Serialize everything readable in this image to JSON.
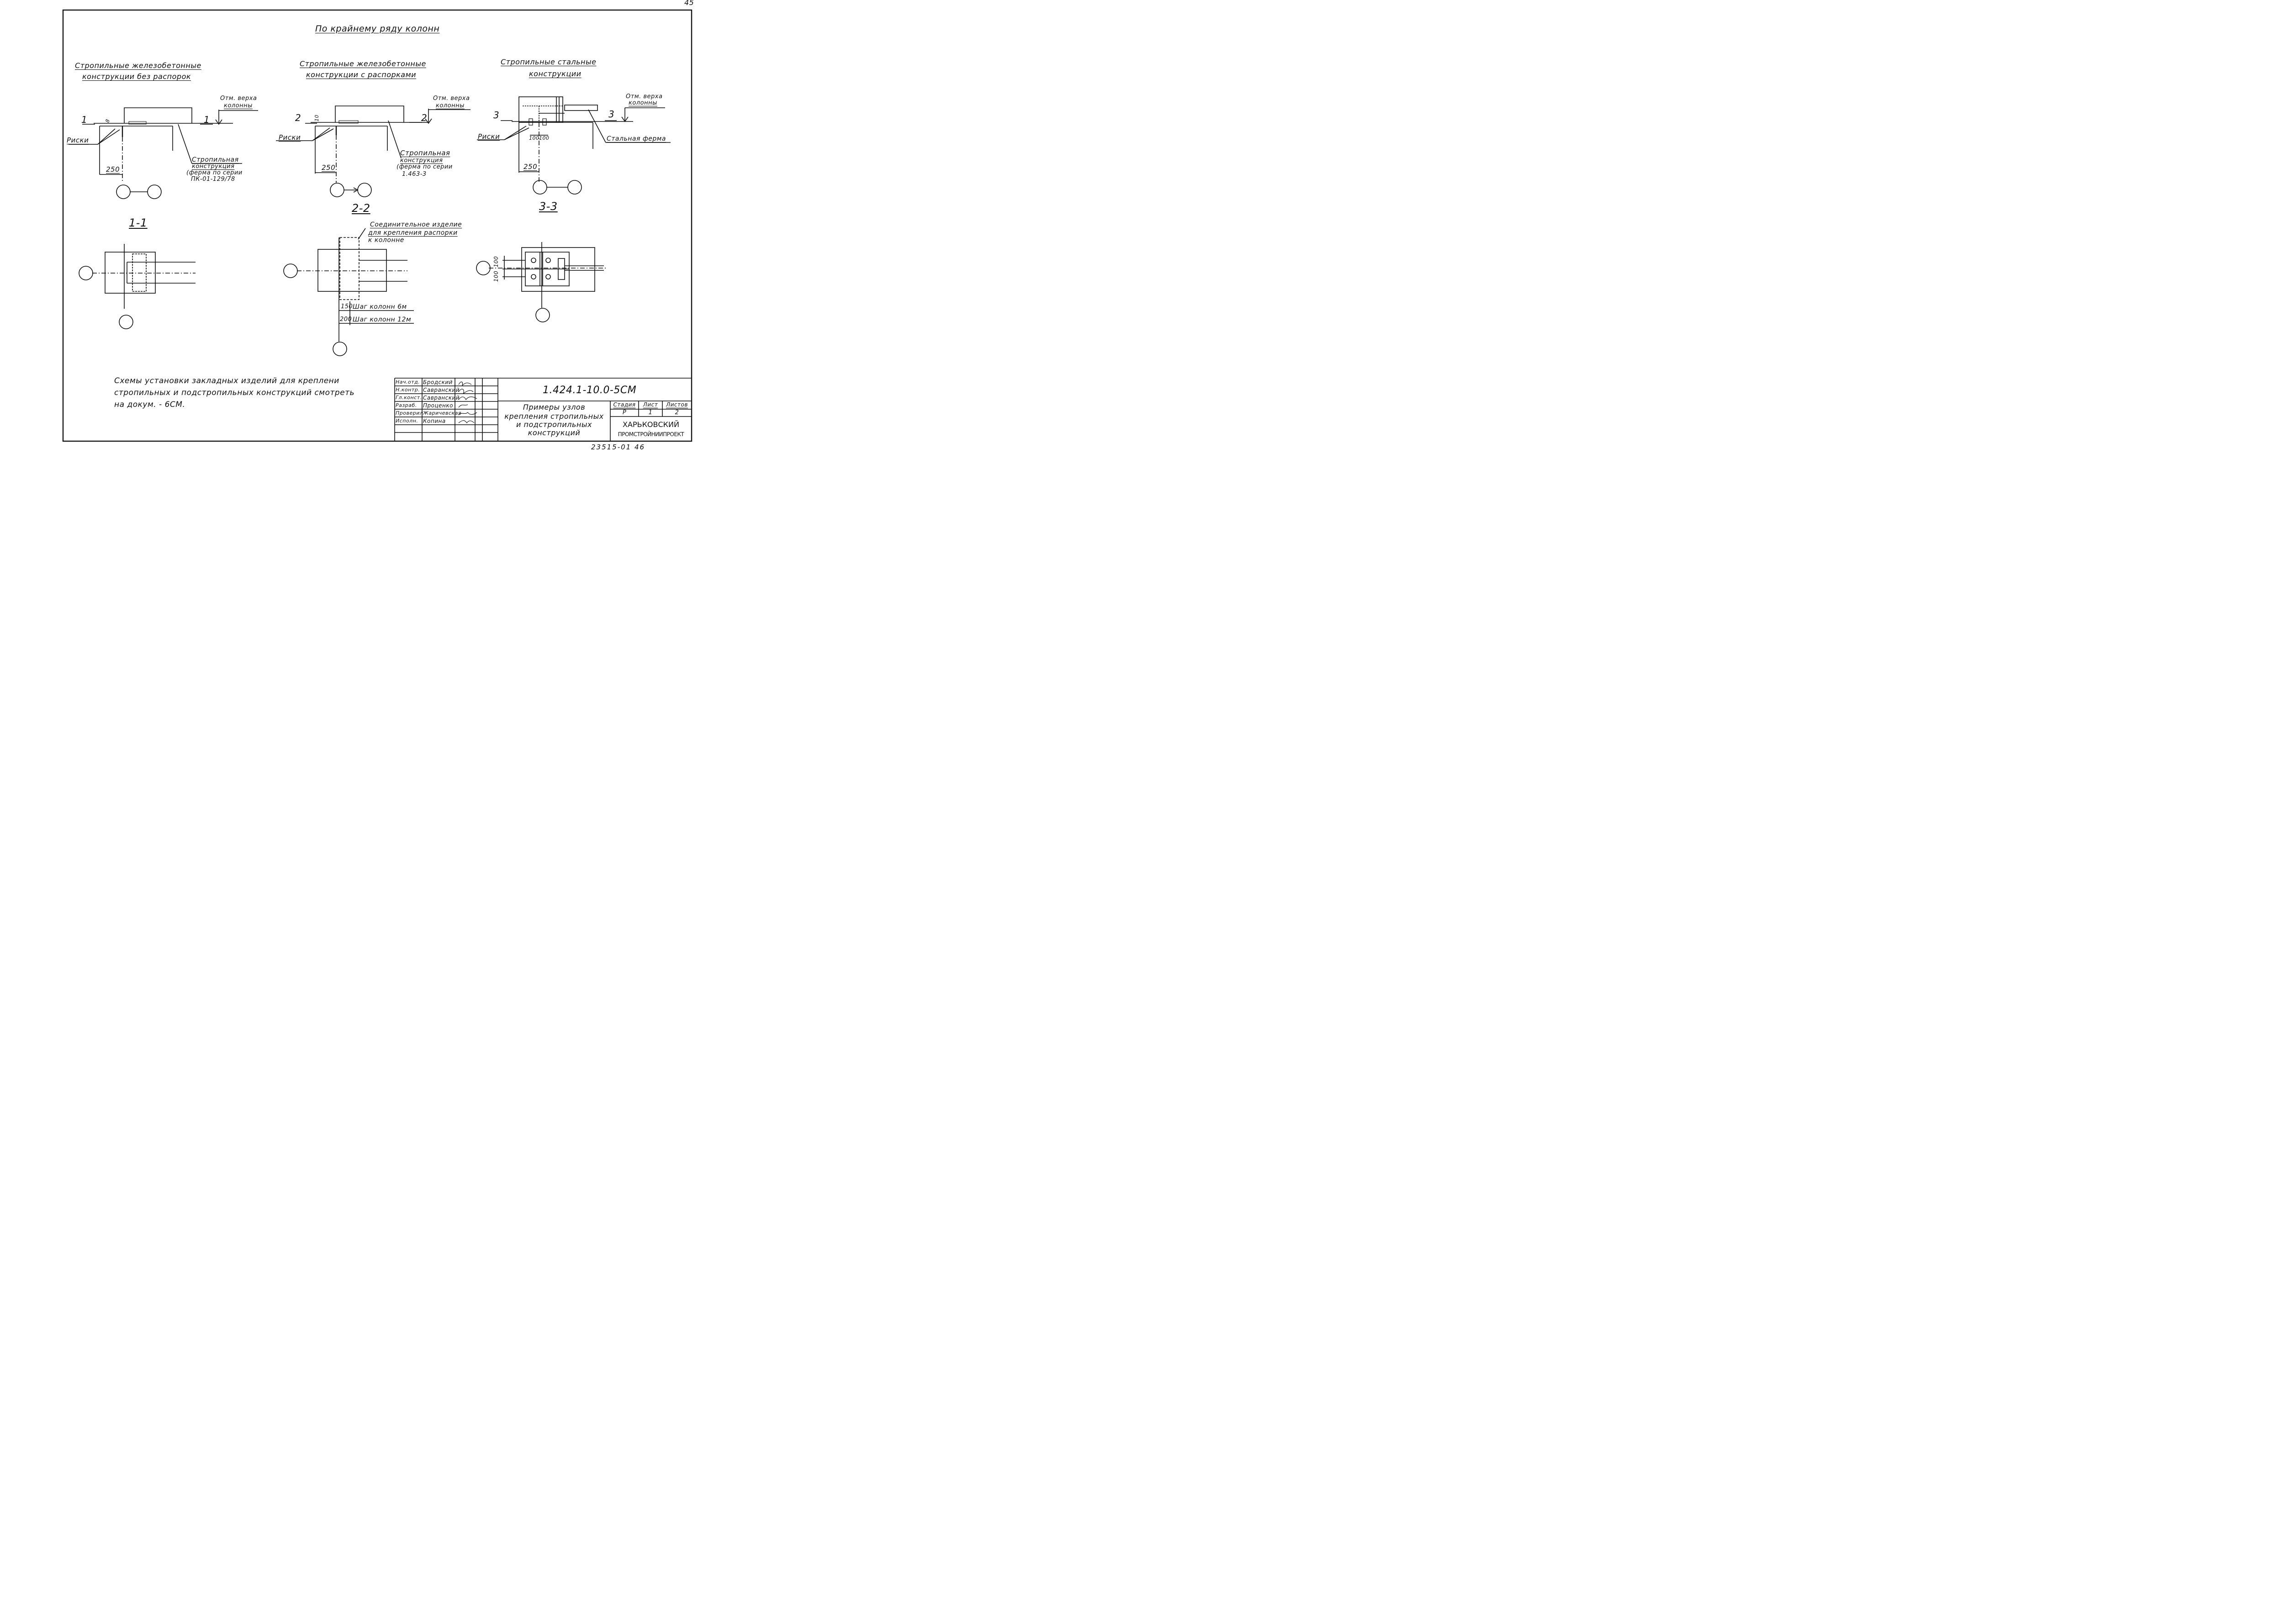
{
  "page_number": "45",
  "main_title": "По крайнему ряду колонн",
  "headings": {
    "left": [
      "Стропильные железобетонные",
      "конструкции без распорок"
    ],
    "middle": [
      "Стропильные железобетонные",
      "конструкции с распорками"
    ],
    "right": [
      "Стропильные стальные",
      "конструкции"
    ]
  },
  "labels": {
    "top_mark": [
      "Отм. верха",
      "колонны"
    ],
    "riski": "Риски",
    "section_marks": [
      "1",
      "1",
      "2",
      "2",
      "3",
      "3"
    ],
    "dim_8": "8",
    "dim_10": "10",
    "dim_250": "250",
    "dim_100a": "100",
    "dim_100b": "100",
    "truss_left": [
      "Стропильная",
      "конструкция",
      "(ферма по серии",
      "ПК-01-129/78"
    ],
    "truss_mid": [
      "Стропильная",
      "конструкция",
      "(ферма по серии",
      "1.463-3"
    ],
    "steel_truss": "Стальная ферма",
    "connector": [
      "Соединительное изделие",
      "для крепления распорки",
      "к колонне"
    ],
    "dim_150": "150",
    "dim_200": "200",
    "pitch_6": "Шаг колонн 6м",
    "pitch_12": "Шаг колонн 12м",
    "plan_100a": "100",
    "plan_100b": "100"
  },
  "section_titles": [
    "1-1",
    "2-2",
    "3-3"
  ],
  "note": [
    "Схемы установки закладных изделий для креплени",
    "стропильных и подстропильных конструкций смотреть",
    "на докум. - 6СМ."
  ],
  "title_block": {
    "doc_code": "1.424.1-10.0-5СМ",
    "title": [
      "Примеры узлов",
      "крепления стропильных",
      "и подстропильных",
      "конструкций"
    ],
    "roles": [
      "Нач.отд.",
      "Н.контр.",
      "Гл.конст.",
      "Разраб.",
      "Проверил",
      "Исполн."
    ],
    "names": [
      "Бродский",
      "Савранский",
      "Савранский",
      "Проценко",
      "Жаричевская",
      "Копина"
    ],
    "stage_label": "Стадия",
    "sheet_label": "Лист",
    "sheets_label": "Листов",
    "stage": "Р",
    "sheet": "1",
    "sheets": "2",
    "org": [
      "Харьковский",
      "Промстройниипроект"
    ]
  },
  "footer_code": "23515-01 46"
}
